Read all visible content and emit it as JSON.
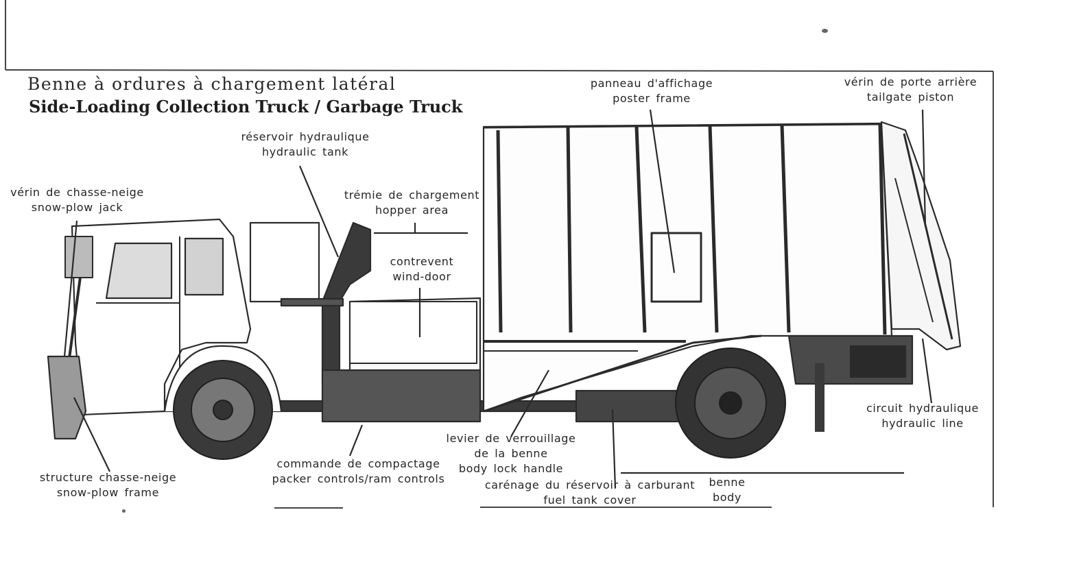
{
  "title": {
    "fr": "Benne à ordures à chargement latéral",
    "en": "Side-Loading Collection Truck / Garbage Truck"
  },
  "labels": {
    "poster_frame": {
      "fr": "panneau d'affichage",
      "en": "poster frame"
    },
    "tailgate_piston": {
      "fr": "vérin de porte arrière",
      "en": "tailgate piston"
    },
    "hydraulic_tank": {
      "fr": "réservoir hydraulique",
      "en": "hydraulic tank"
    },
    "snow_plow_jack": {
      "fr": "vérin de chasse-neige",
      "en": "snow-plow jack"
    },
    "hopper_area": {
      "fr": "trémie de chargement",
      "en": "hopper area"
    },
    "wind_door": {
      "fr": "contrevent",
      "en": "wind-door"
    },
    "hydraulic_line": {
      "fr": "circuit hydraulique",
      "en": "hydraulic line"
    },
    "body_lock_handle": {
      "fr1": "levier de verrouillage",
      "fr2": "de la benne",
      "en": "body lock handle"
    },
    "packer_controls": {
      "fr": "commande de compactage",
      "en": "packer controls/ram controls"
    },
    "snow_plow_frame": {
      "fr": "structure chasse-neige",
      "en": "snow-plow frame"
    },
    "fuel_tank_cover": {
      "fr": "carénage du réservoir à carburant",
      "en": "fuel tank cover"
    },
    "body": {
      "fr": "benne",
      "en": "body"
    }
  },
  "colors": {
    "ink": "#262626",
    "paper": "#ffffff",
    "truck_line": "#2b2b2b",
    "tire": "#3a3a3a"
  }
}
